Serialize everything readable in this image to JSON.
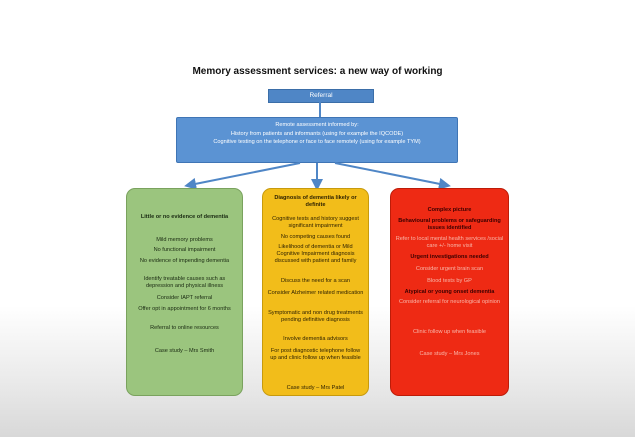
{
  "title": "Memory assessment services: a new way of working",
  "referral": "Referral",
  "remote": {
    "lines": [
      "Remote assessment informed by:",
      "History from patients and informants (using for example the IQCODE)",
      "Cognitive testing on the telephone or face to face remotely (using for example TYM)"
    ]
  },
  "columns": {
    "green": {
      "heading": "Little or no evidence of dementia",
      "items": [
        "Mild memory problems",
        "No functional impairment",
        "No evidence of impending dementia",
        "Identify treatable causes such as depression and physical illness",
        "Consider IAPT referral",
        "Offer opt in appointment for 6 months",
        "Referral to online resources",
        "Case study – Mrs Smith"
      ]
    },
    "amber": {
      "heading": "Diagnosis of dementia likely or definite",
      "items": [
        "Cognitive tests and history suggest significant impairment",
        "No competing causes found",
        "Likelihood of dementia or Mild Cognitive Impairment diagnosis discussed with patient and family",
        "Discuss the need for a scan",
        "Consider Alzheimer related medication",
        "Symptomatic and non drug treatments pending definitive diagnosis",
        "Involve dementia advisors",
        "For post diagnostic telephone follow up and clinic follow up when feasible",
        "Case study – Mrs Patel"
      ]
    },
    "red": {
      "heading": "Complex picture",
      "items": [
        "Behavioural problems or safeguarding issues identified",
        "Refer to local mental health services /social care +/- home visit",
        "Urgent investigations needed",
        "Consider urgent brain scan",
        "Blood tests by GP",
        "Atypical or young onset dementia",
        "Consider referral for neurological opinion",
        "Clinic follow up when feasible",
        "Case study – Mrs Jones"
      ]
    }
  }
}
